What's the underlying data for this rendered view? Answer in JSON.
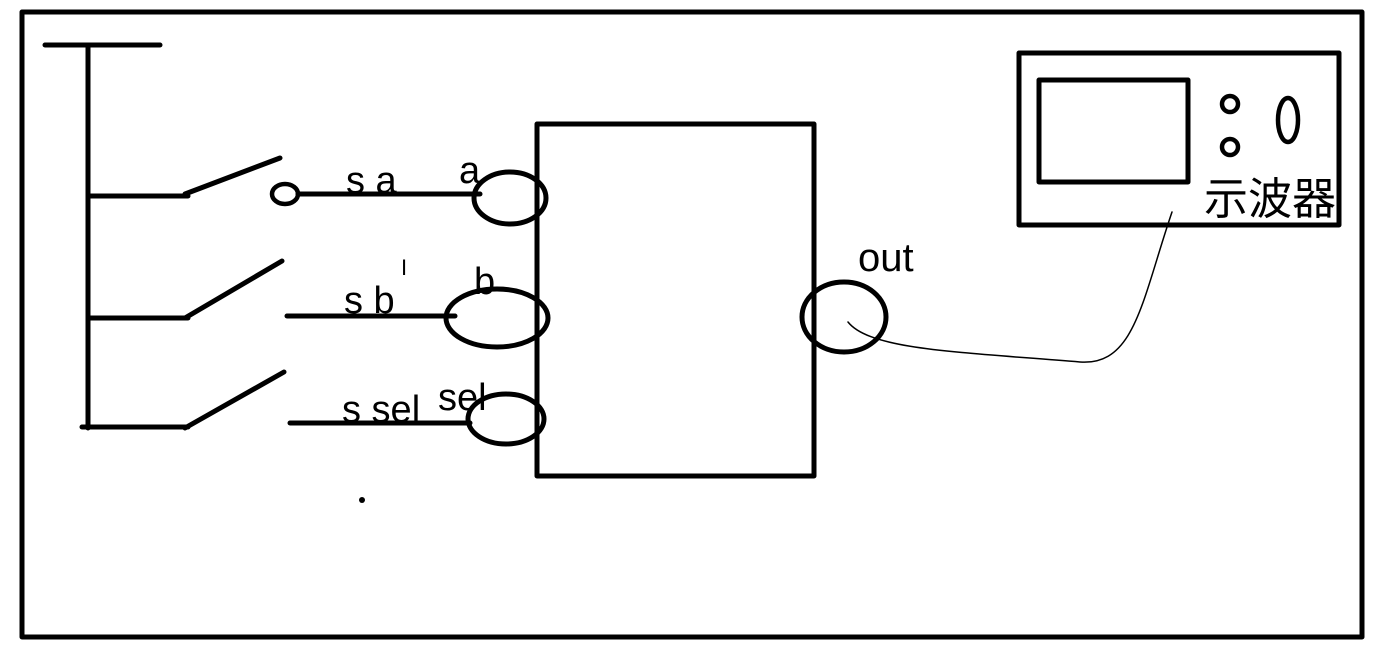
{
  "labels": {
    "switch_a": "s a",
    "switch_b": "s b",
    "switch_sel": "s sel",
    "port_a": "a",
    "port_b": "b",
    "port_sel": "sel",
    "port_out": "out",
    "scope": "示波器"
  },
  "colors": {
    "ink": "#000000",
    "background": "#ffffff"
  }
}
